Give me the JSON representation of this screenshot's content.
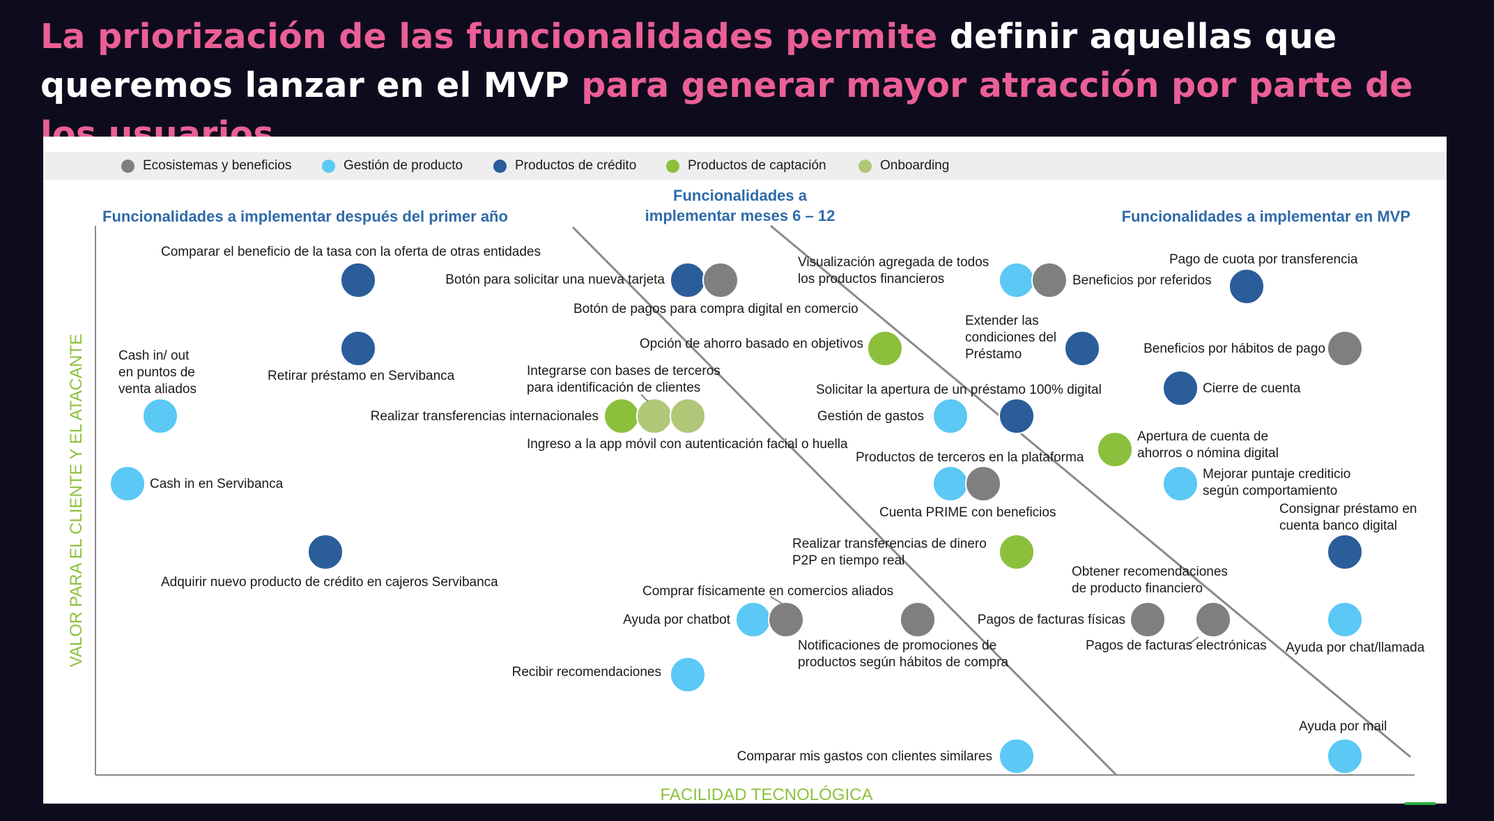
{
  "headline": {
    "part1": "La priorización de las funcionalidades permite ",
    "part2": "definir aquellas que queremos lanzar en el MVP ",
    "part3": "para generar mayor atracción por parte de los usuarios"
  },
  "legend": [
    {
      "label": "Ecosistemas y beneficios",
      "color": "#7f7f7f"
    },
    {
      "label": "Gestión de producto",
      "color": "#5bc8f5"
    },
    {
      "label": "Productos de crédito",
      "color": "#2a5d9a"
    },
    {
      "label": "Productos de captación",
      "color": "#8cc03c"
    },
    {
      "label": "Onboarding",
      "color": "#afc777"
    }
  ],
  "sections": {
    "left": "Funcionalidades a implementar después del primer año",
    "middle_line1": "Funcionalidades a",
    "middle_line2": "implementar meses 6 – 12",
    "right": "Funcionalidades a implementar en MVP"
  },
  "axes": {
    "y_label": "VALOR PARA EL CLIENTE Y EL ATACANTE",
    "x_label": "FACILIDAD TECNOLÓGICA",
    "y_color": "#8cc03c",
    "x_color": "#8cc03c"
  },
  "colors": {
    "section_title": "#2f6aa8",
    "axis_line": "#8a8a8a",
    "divider": "#8a8a8a",
    "label_text": "#1a1a1a"
  },
  "labels": [
    "Comparar el beneficio de la tasa con la oferta de otras entidades",
    "Cash in/ out",
    "en puntos de",
    "venta aliados",
    "Retirar préstamo en Servibanca",
    "Cash in en Servibanca",
    "Adquirir nuevo producto de crédito en cajeros Servibanca",
    "Botón para solicitar una nueva tarjeta",
    "Botón de pagos para compra digital en comercio",
    "Opción de ahorro basado en objetivos",
    "Integrarse con bases de terceros",
    "para identificación de clientes",
    "Realizar transferencias internacionales",
    "Ingreso a la app móvil con autenticación facial o huella",
    "Comprar físicamente en comercios aliados",
    "Ayuda por chatbot",
    "Recibir recomendaciones",
    "Visualización agregada de todos",
    "los productos financieros",
    "Extender las",
    "condiciones del",
    "Préstamo",
    "Solicitar la apertura de un préstamo 100% digital",
    "Gestión de gastos",
    "Productos de terceros en la plataforma",
    "Cuenta PRIME con beneficios",
    "Realizar transferencias de dinero",
    "P2P en tiempo real",
    "Notificaciones de promociones de",
    "productos según hábitos de compra",
    "Comparar mis gastos con clientes similares",
    "Beneficios por referidos",
    "Pago de cuota por transferencia",
    "Beneficios por hábitos de pago",
    "Cierre de cuenta",
    "Apertura de cuenta de",
    "ahorros o nómina digital",
    "Mejorar puntaje crediticio",
    "según comportamiento",
    "Consignar préstamo en",
    "cuenta banco digital",
    "Obtener recomendaciones",
    "de producto financiero",
    "Pagos de facturas físicas",
    "Pagos de facturas electrónicas",
    "Ayuda por chat/llamada",
    "Ayuda por mail"
  ]
}
